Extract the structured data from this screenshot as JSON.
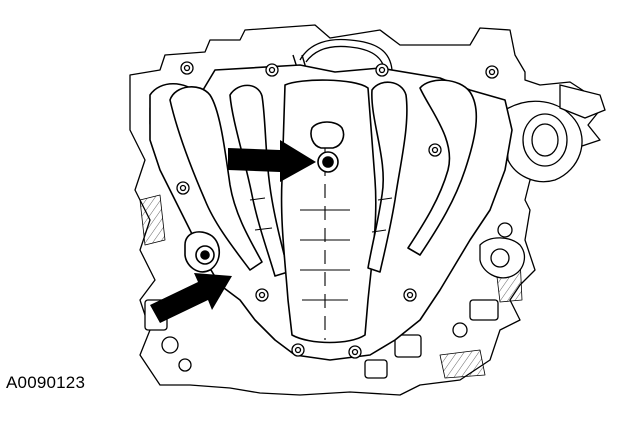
{
  "figure": {
    "id_label": "A0090123",
    "subject": "intake-manifold-illustration",
    "callouts": [
      {
        "name": "upper-center-bolt",
        "indicator": "arrow"
      },
      {
        "name": "lower-left-bolt",
        "indicator": "arrow"
      }
    ]
  },
  "colors": {
    "line": "#000000",
    "fill": "#ffffff",
    "arrow": "#000000"
  }
}
